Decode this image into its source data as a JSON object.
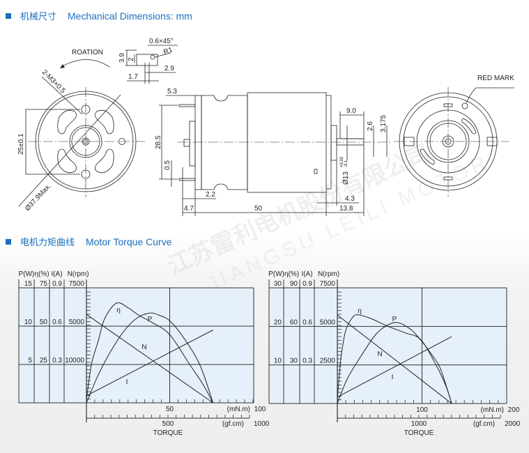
{
  "sections": {
    "mechanical": {
      "cn": "机械尺寸",
      "en": "Mechanical Dimensions: mm"
    },
    "torque": {
      "cn": "电机力矩曲线",
      "en": "Motor Torque Curve"
    }
  },
  "watermark": {
    "cn": "江苏雷利电机股份有限公司",
    "en": "JIANGSU LEILI MOTOR"
  },
  "drawing": {
    "rotation_label": "ROATION",
    "front": {
      "screw": "2-M3×0.5",
      "diameter": "Ø37.9Max.",
      "hole_spacing": "25±0.1"
    },
    "detail": {
      "chamfer": "0.6×45°",
      "radius": "R1",
      "height": "3.9",
      "slot": "2",
      "offset": "2.9",
      "width": "1.7"
    },
    "side": {
      "terminal": "5.3",
      "terminal_spacing": "28.5",
      "terminal_thickness": "0.5",
      "rear_gap": "2.2",
      "rear_length": "4.7",
      "body_length": "50",
      "boss_length": "4.3",
      "shaft_length": "13.8",
      "flat_length": "9.0",
      "flat_height": "2.6",
      "shaft_diameter": "3.175",
      "boss_diameter": "Ø13",
      "boss_tol_plus": "+0.02",
      "boss_tol_minus": "-0.1"
    },
    "rear": {
      "red_mark": "RED MARK"
    },
    "colors": {
      "accent": "#1a6fc0",
      "plot_fill": "#e6f0fa"
    }
  },
  "chart_data": [
    {
      "type": "line",
      "title": "",
      "xlabel": "TORQUE",
      "x_unit": "(mN.m)",
      "x2_unit": "(gf.cm)",
      "xlim": [
        0,
        100
      ],
      "x_ticks": [
        "50",
        "100"
      ],
      "x2_ticks": [
        "500",
        "1000"
      ],
      "y_headers": [
        "P(W)",
        "η(%)",
        "I(A)",
        "N(rpm)"
      ],
      "y_rows": [
        [
          "15",
          "75",
          "0.9",
          "7500"
        ],
        [
          "10",
          "50",
          "0.6",
          "5000"
        ],
        [
          "5",
          "25",
          "0.3",
          "10000"
        ]
      ],
      "ylims": {
        "P": [
          0,
          15
        ],
        "eta": [
          0,
          75
        ],
        "I": [
          0,
          0.9
        ],
        "N": [
          0,
          7500
        ]
      },
      "grid": true,
      "series": [
        {
          "name": "η",
          "scale": "eta",
          "points": [
            [
              0,
              2
            ],
            [
              3,
              25
            ],
            [
              7,
              40
            ],
            [
              11,
              55
            ],
            [
              18,
              65
            ],
            [
              25,
              62
            ],
            [
              31.6,
              57
            ],
            [
              40,
              52
            ],
            [
              50,
              44.5
            ],
            [
              62,
              25
            ],
            [
              70,
              12
            ],
            [
              76,
              0
            ]
          ]
        },
        {
          "name": "P",
          "scale": "P",
          "points": [
            [
              0,
              0
            ],
            [
              7,
              3.6
            ],
            [
              14,
              6.5
            ],
            [
              22,
              9.2
            ],
            [
              30,
              11
            ],
            [
              38,
              11.7
            ],
            [
              44,
              11.4
            ],
            [
              50,
              10.7
            ],
            [
              58,
              8.6
            ],
            [
              68,
              5
            ],
            [
              76,
              0
            ]
          ]
        },
        {
          "name": "N",
          "scale": "N",
          "points": [
            [
              0,
              5773
            ],
            [
              76,
              0
            ]
          ]
        },
        {
          "name": "I",
          "scale": "I",
          "points": [
            [
              0,
              0.055
            ],
            [
              76,
              0.57
            ]
          ]
        }
      ],
      "labels": {
        "eta": "η",
        "P": "P",
        "N": "N",
        "I": "I"
      }
    },
    {
      "type": "line",
      "title": "",
      "xlabel": "TORQUE",
      "x_unit": "(mN.m)",
      "x2_unit": "(gf.cm)",
      "xlim": [
        0,
        200
      ],
      "x_ticks": [
        "100",
        "200"
      ],
      "x2_ticks": [
        "1000",
        "2000"
      ],
      "y_headers": [
        "P(W)",
        "η(%)",
        "I(A)",
        "N(rpm)"
      ],
      "y_rows": [
        [
          "30",
          "90",
          "0.9",
          "7500"
        ],
        [
          "20",
          "60",
          "0.6",
          "5000"
        ],
        [
          "10",
          "30",
          "0.3",
          "2500"
        ]
      ],
      "ylims": {
        "P": [
          0,
          30
        ],
        "eta": [
          0,
          90
        ],
        "I": [
          0,
          0.9
        ],
        "N": [
          0,
          7500
        ]
      },
      "grid": true,
      "series": [
        {
          "name": "η",
          "scale": "eta",
          "points": [
            [
              0,
              2
            ],
            [
              2,
              20
            ],
            [
              5,
              39
            ],
            [
              10,
              57
            ],
            [
              18,
              67
            ],
            [
              25,
              69
            ],
            [
              40,
              66
            ],
            [
              60,
              60
            ],
            [
              80,
              55
            ],
            [
              98,
              50
            ],
            [
              115,
              32
            ],
            [
              128,
              14
            ],
            [
              135,
              0
            ]
          ]
        },
        {
          "name": "P",
          "scale": "P",
          "points": [
            [
              0,
              0
            ],
            [
              12,
              6.5
            ],
            [
              30,
              13
            ],
            [
              48,
              18.5
            ],
            [
              68,
              21
            ],
            [
              85,
              19.5
            ],
            [
              98,
              16.6
            ],
            [
              112,
              12.5
            ],
            [
              122,
              8.9
            ],
            [
              135,
              0
            ]
          ]
        },
        {
          "name": "N",
          "scale": "N",
          "points": [
            [
              0,
              5738
            ],
            [
              135,
              0
            ]
          ]
        },
        {
          "name": "I",
          "scale": "I",
          "points": [
            [
              0,
              0.05
            ],
            [
              135,
              0.52
            ]
          ]
        }
      ],
      "labels": {
        "eta": "η",
        "P": "P",
        "N": "N",
        "I": "I"
      }
    }
  ]
}
